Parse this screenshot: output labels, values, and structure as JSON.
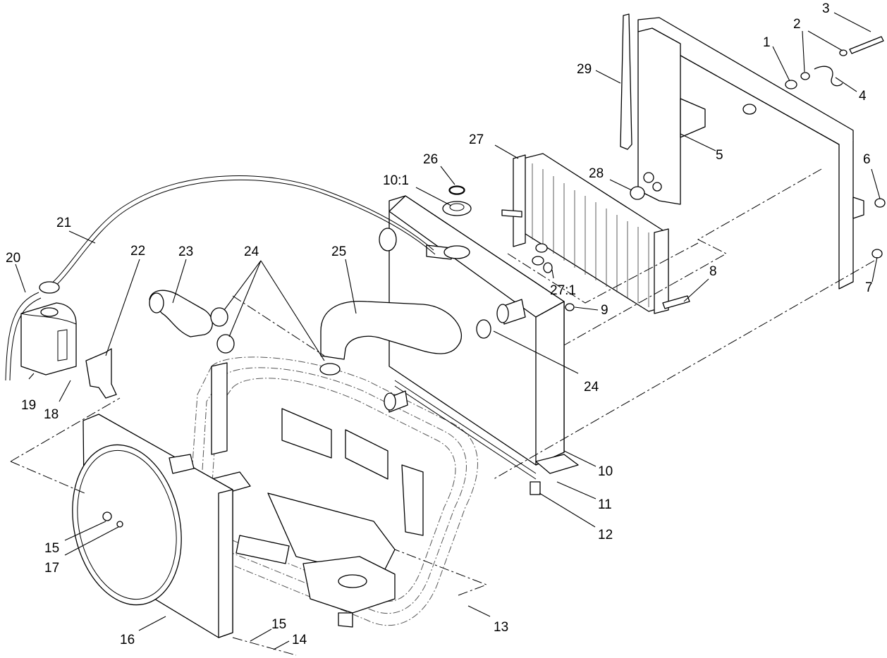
{
  "callouts": [
    {
      "id": "c1",
      "label": "1"
    },
    {
      "id": "c2",
      "label": "2"
    },
    {
      "id": "c3",
      "label": "3"
    },
    {
      "id": "c4",
      "label": "4"
    },
    {
      "id": "c5",
      "label": "5"
    },
    {
      "id": "c6",
      "label": "6"
    },
    {
      "id": "c7",
      "label": "7"
    },
    {
      "id": "c8",
      "label": "8"
    },
    {
      "id": "c9",
      "label": "9"
    },
    {
      "id": "c10",
      "label": "10"
    },
    {
      "id": "c10_1",
      "label": "10:1"
    },
    {
      "id": "c11",
      "label": "11"
    },
    {
      "id": "c12",
      "label": "12"
    },
    {
      "id": "c13",
      "label": "13"
    },
    {
      "id": "c14",
      "label": "14"
    },
    {
      "id": "c15a",
      "label": "15"
    },
    {
      "id": "c15b",
      "label": "15"
    },
    {
      "id": "c16",
      "label": "16"
    },
    {
      "id": "c17",
      "label": "17"
    },
    {
      "id": "c18",
      "label": "18"
    },
    {
      "id": "c19",
      "label": "19"
    },
    {
      "id": "c20",
      "label": "20"
    },
    {
      "id": "c21",
      "label": "21"
    },
    {
      "id": "c22",
      "label": "22"
    },
    {
      "id": "c23",
      "label": "23"
    },
    {
      "id": "c24a",
      "label": "24"
    },
    {
      "id": "c24b",
      "label": "24"
    },
    {
      "id": "c25",
      "label": "25"
    },
    {
      "id": "c26",
      "label": "26"
    },
    {
      "id": "c27",
      "label": "27"
    },
    {
      "id": "c27_1",
      "label": "27:1"
    },
    {
      "id": "c28",
      "label": "28"
    },
    {
      "id": "c29",
      "label": "29"
    }
  ]
}
